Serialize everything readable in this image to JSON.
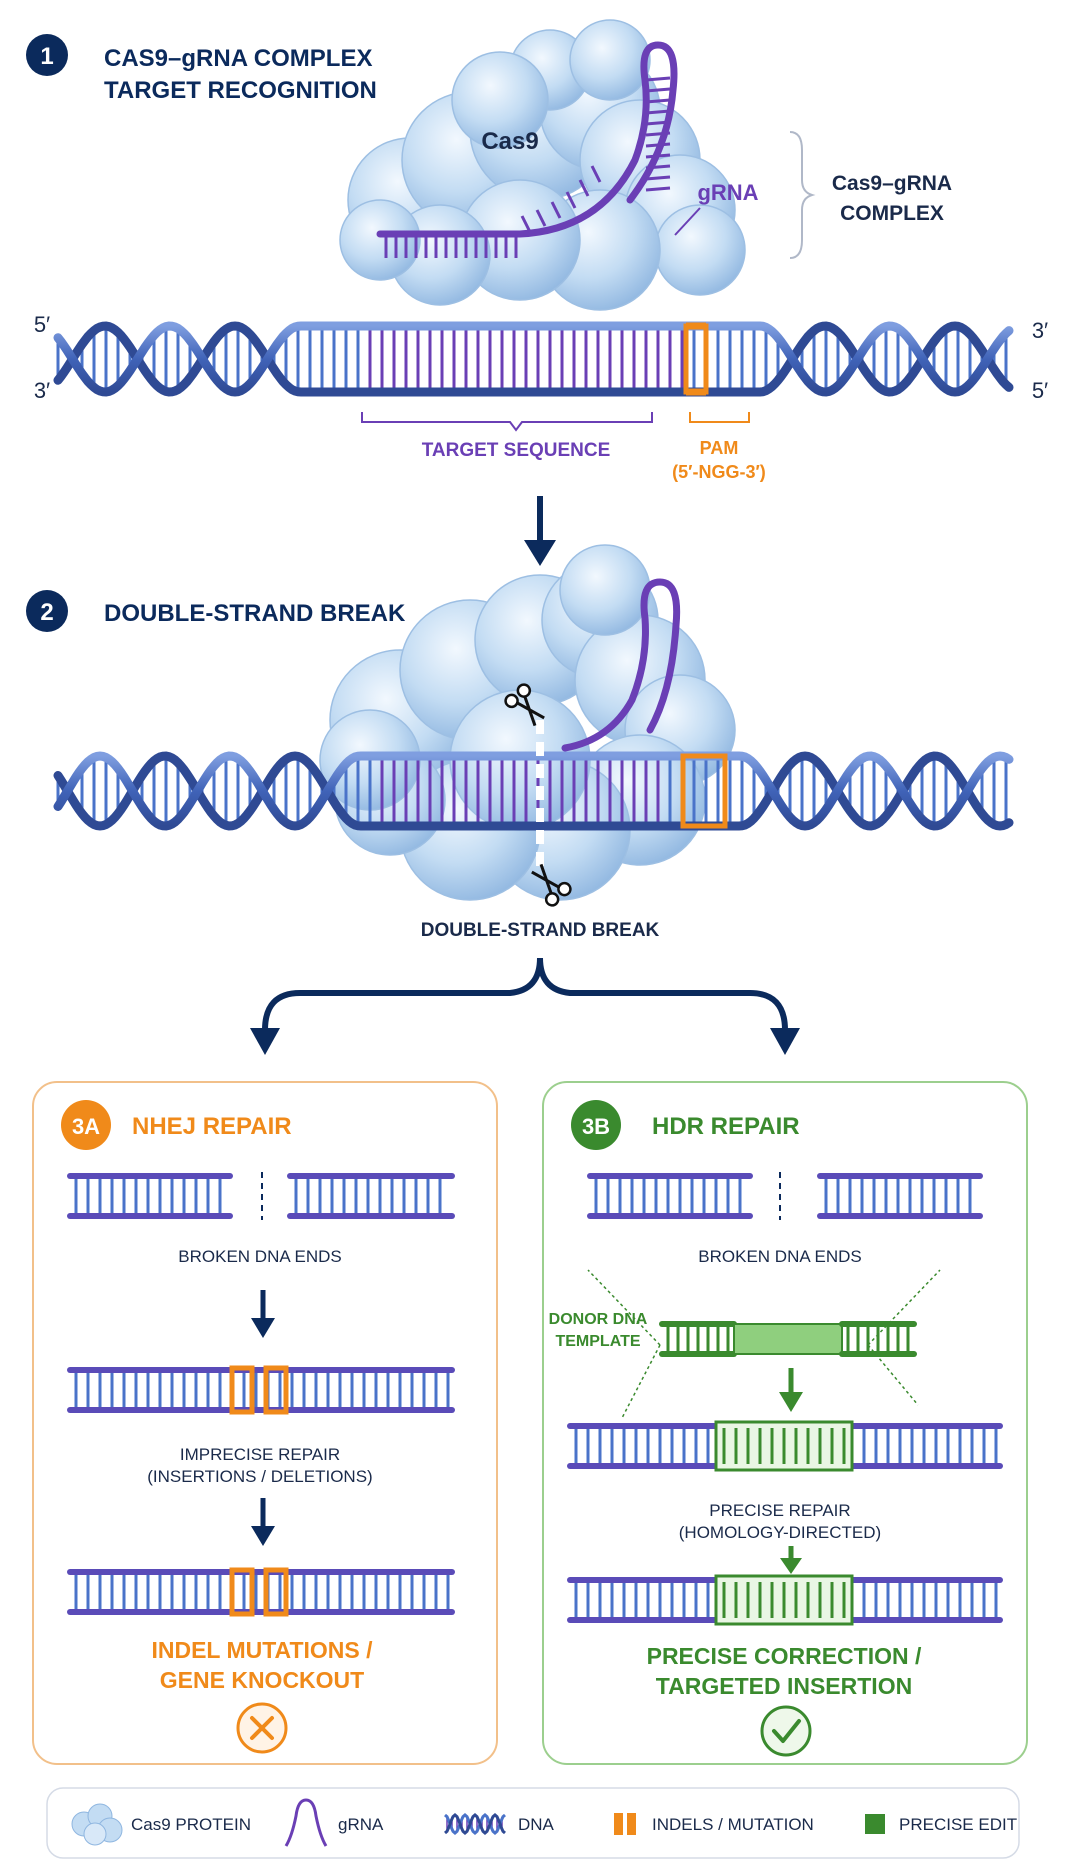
{
  "colors": {
    "navy": "#0b2a5c",
    "purple": "#6a3fb5",
    "blue": "#4a73c9",
    "orange": "#f08a1a",
    "green": "#3a8a2e",
    "cas9": "#bcd8f2",
    "dark_text": "#1a2a4a"
  },
  "step1": {
    "number": "1",
    "title_line1": "CAS9–gRNA COMPLEX",
    "title_line2": "TARGET RECOGNITION",
    "cas9_label": "Cas9",
    "grna_label": "gRNA",
    "complex_line1": "Cas9–gRNA",
    "complex_line2": "COMPLEX",
    "five_prime_left": "5′",
    "three_prime_left": "3′",
    "three_prime_right": "3′",
    "five_prime_right": "5′",
    "target_label": "TARGET SEQUENCE",
    "pam_label": "PAM",
    "pam_seq": "(5′-NGG-3′)"
  },
  "step2": {
    "number": "2",
    "title": "DOUBLE-STRAND BREAK",
    "caption": "DOUBLE-STRAND BREAK"
  },
  "nhej": {
    "badge": "3A",
    "title": "NHEJ REPAIR",
    "broken_label": "BROKEN DNA ENDS",
    "repair_line1": "IMPRECISE REPAIR",
    "repair_line2": "(INSERTIONS / DELETIONS)",
    "outcome_line1": "INDEL MUTATIONS /",
    "outcome_line2": "GENE KNOCKOUT"
  },
  "hdr": {
    "badge": "3B",
    "title": "HDR REPAIR",
    "broken_label": "BROKEN DNA ENDS",
    "donor_line1": "DONOR DNA",
    "donor_line2": "TEMPLATE",
    "repair_line1": "PRECISE REPAIR",
    "repair_line2": "(HOMOLOGY-DIRECTED)",
    "outcome_line1": "PRECISE CORRECTION /",
    "outcome_line2": "TARGETED INSERTION"
  },
  "legend": [
    {
      "icon": "cas9-protein-icon",
      "label": "Cas9 PROTEIN"
    },
    {
      "icon": "grna-icon",
      "label": "gRNA"
    },
    {
      "icon": "dna-icon",
      "label": "DNA"
    },
    {
      "icon": "indel-icon",
      "label": "INDELS / MUTATION"
    },
    {
      "icon": "precise-edit-icon",
      "label": "PRECISE EDIT"
    }
  ]
}
